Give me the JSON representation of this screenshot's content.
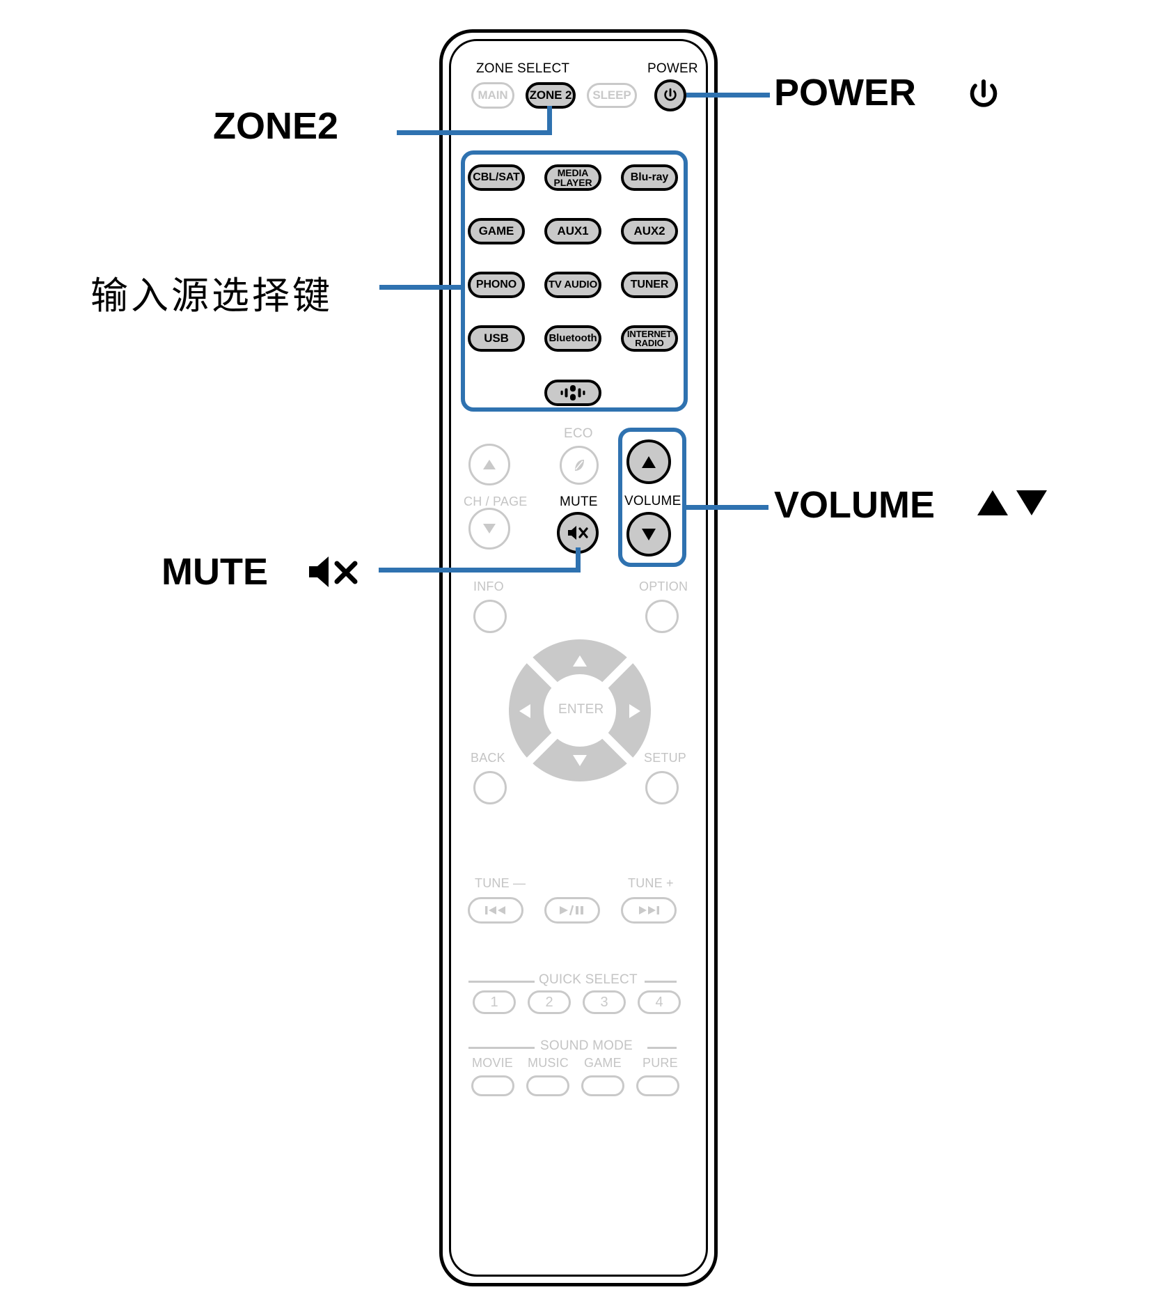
{
  "device": {
    "type": "av-receiver-remote-control",
    "accent_color": "#2f72b0",
    "active_button_fill": "#c9c9c9",
    "inactive_button_color": "#c9c9c9"
  },
  "zone_select": {
    "group_label": "ZONE SELECT",
    "buttons": [
      {
        "label": "MAIN",
        "state": "inactive"
      },
      {
        "label": "ZONE 2",
        "state": "active"
      },
      {
        "label": "SLEEP",
        "state": "inactive"
      }
    ]
  },
  "power": {
    "group_label": "POWER",
    "icon": "power-icon",
    "state": "active"
  },
  "input_source": {
    "buttons": [
      {
        "label": "CBL/SAT",
        "state": "active"
      },
      {
        "label": "MEDIA PLAYER",
        "state": "active"
      },
      {
        "label": "Blu-ray",
        "state": "active"
      },
      {
        "label": "GAME",
        "state": "active"
      },
      {
        "label": "AUX1",
        "state": "active"
      },
      {
        "label": "AUX2",
        "state": "active"
      },
      {
        "label": "PHONO",
        "state": "active"
      },
      {
        "label": "TV AUDIO",
        "state": "active"
      },
      {
        "label": "TUNER",
        "state": "active"
      },
      {
        "label": "USB",
        "state": "active"
      },
      {
        "label": "Bluetooth",
        "state": "active"
      },
      {
        "label": "INTERNET RADIO",
        "state": "active"
      }
    ],
    "heos_button": {
      "icon": "heos-logo-icon",
      "state": "active"
    }
  },
  "middle_controls": {
    "ch_page_label": "CH / PAGE",
    "ch_page_up": "up-triangle-icon",
    "ch_page_down": "down-triangle-icon",
    "eco_label": "ECO",
    "eco_icon": "leaf-icon",
    "mute_label": "MUTE",
    "mute_icon": "mute-speaker-icon",
    "volume_label": "VOLUME",
    "volume_up_icon": "up-triangle-icon",
    "volume_down_icon": "down-triangle-icon"
  },
  "navigation": {
    "info_label": "INFO",
    "option_label": "OPTION",
    "back_label": "BACK",
    "setup_label": "SETUP",
    "enter_label": "ENTER",
    "cursor_up": "up-triangle-icon",
    "cursor_down": "down-triangle-icon",
    "cursor_left": "left-triangle-icon",
    "cursor_right": "right-triangle-icon"
  },
  "transport": {
    "tune_minus_label": "TUNE —",
    "tune_plus_label": "TUNE +",
    "previous_icon": "skip-back-icon",
    "play_pause_icon": "play-pause-icon",
    "next_icon": "skip-forward-icon"
  },
  "quick_select": {
    "group_label": "QUICK SELECT",
    "buttons": [
      "1",
      "2",
      "3",
      "4"
    ]
  },
  "sound_mode": {
    "group_label": "SOUND MODE",
    "buttons": [
      "MOVIE",
      "MUSIC",
      "GAME",
      "PURE"
    ]
  },
  "callouts": [
    {
      "id": "zone2",
      "text": "ZONE2"
    },
    {
      "id": "power",
      "text": "POWER"
    },
    {
      "id": "input",
      "text": "输入源选择键"
    },
    {
      "id": "mute",
      "text": "MUTE"
    },
    {
      "id": "volume",
      "text": "VOLUME"
    }
  ]
}
